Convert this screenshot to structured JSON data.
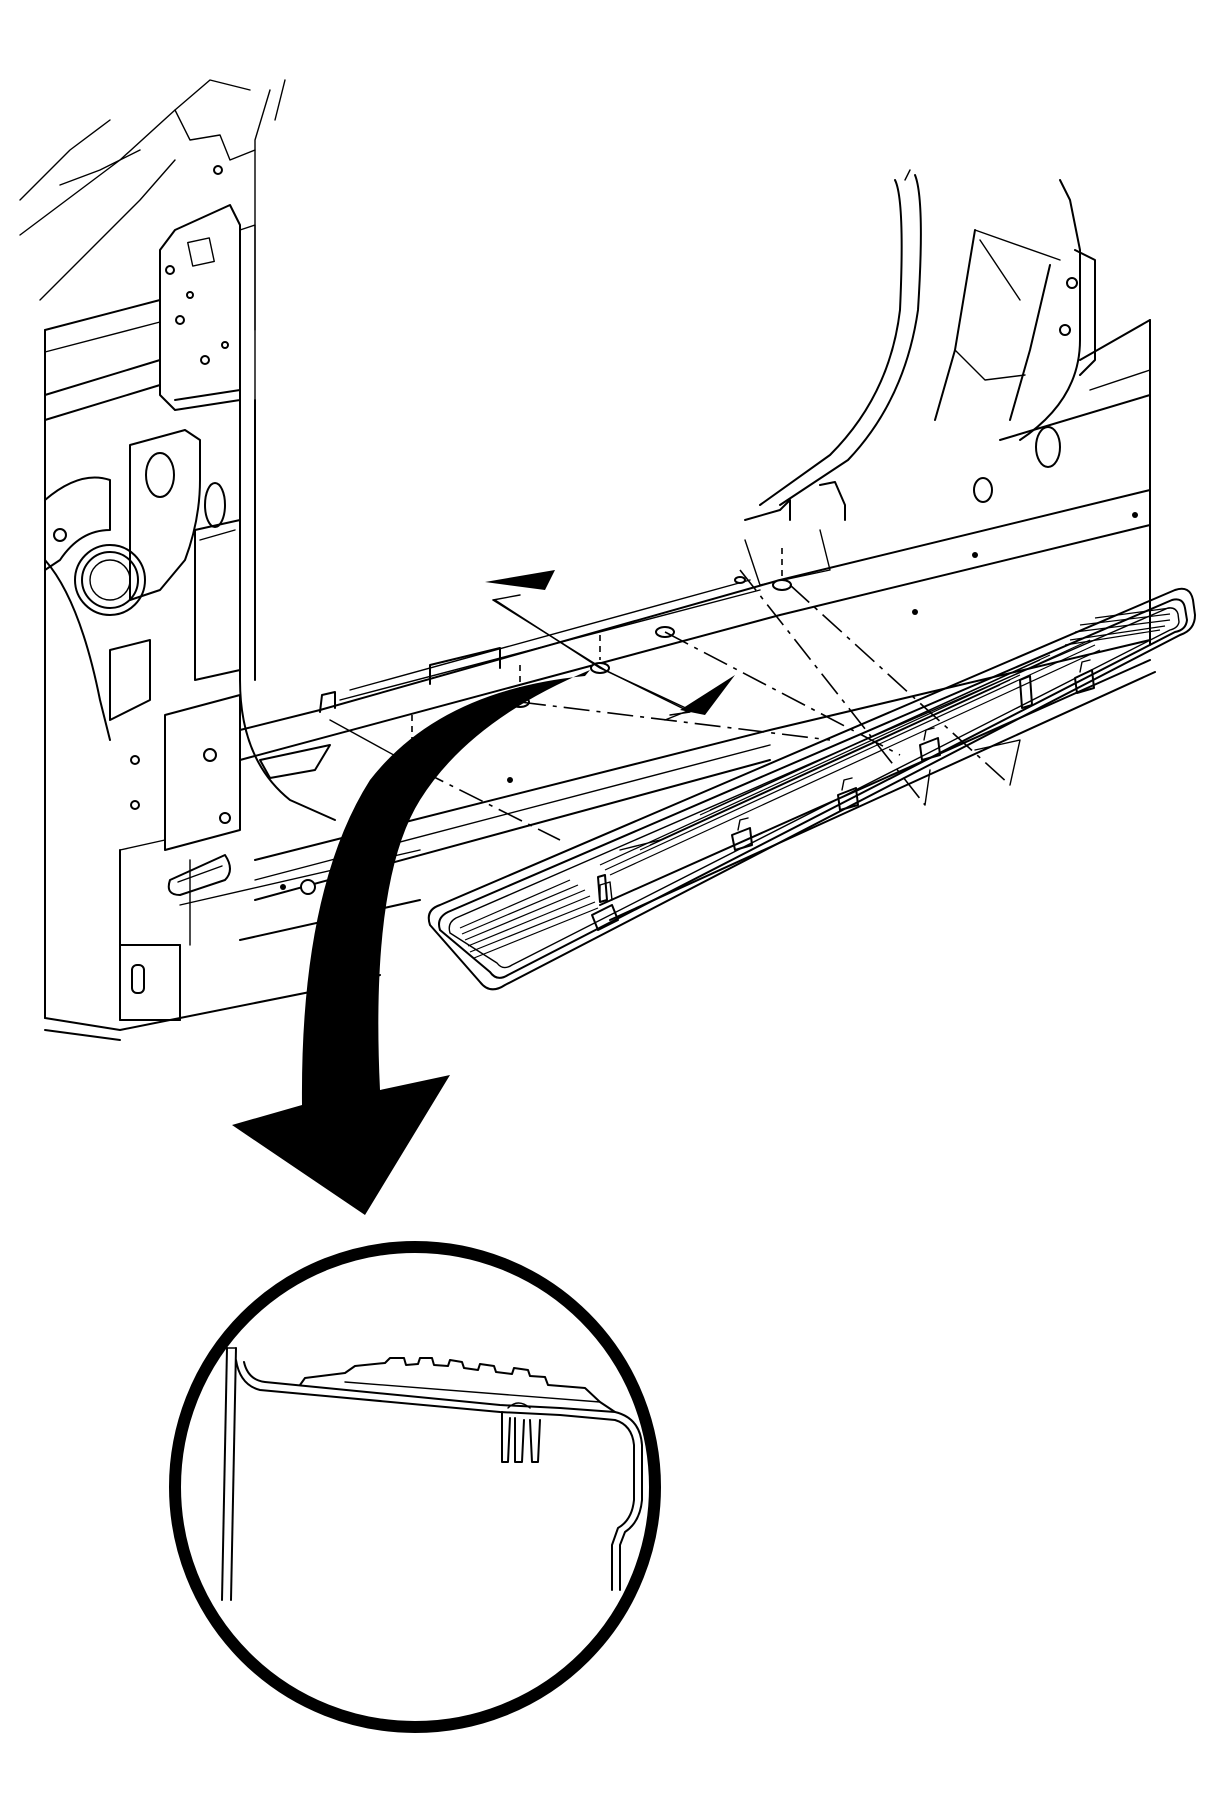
{
  "figure": {
    "colors": {
      "line": "#000000",
      "background": "#ffffff"
    },
    "components": [
      {
        "name": "body-side-structure",
        "desc_icon": "vehicle-body-frame-icon"
      },
      {
        "name": "rocker-sill-panel",
        "desc_icon": "sill-panel-icon"
      },
      {
        "name": "door-sill-plate",
        "desc_icon": "sill-plate-trim-icon"
      },
      {
        "name": "retaining-clips",
        "desc_icon": "push-clip-icon"
      },
      {
        "name": "view-direction-arrow",
        "desc_icon": "curved-arrow-icon"
      },
      {
        "name": "detail-section-view",
        "desc_icon": "magnifier-circle-icon"
      }
    ]
  }
}
